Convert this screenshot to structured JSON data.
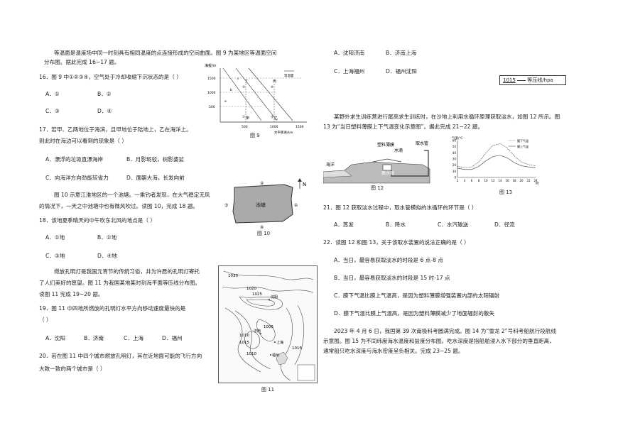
{
  "left": {
    "intro1": "等温面是温度场中同一时刻具有相同温度的点连接形成的空间曲面。图 9 为某地区等温面空间",
    "intro2": "分布图。据此完成 16~17 题。",
    "q16": "16．图 9 中①②③④，空气处于冷却收缩下沉状态的是（     ）",
    "q16_a": "A．①",
    "q16_b": "B．②",
    "q16_c": "C．③",
    "q16_d": "D．④",
    "q17_1": "17．若甲、乙两地位于海滨，且甲地位于陆地上，乙在海洋上。",
    "q17_2": "则此时在海边可以看到的现象是（     ）",
    "q17_a": "A．漂浮的垃圾直漂海岸",
    "q17_b": "B．月影斑驳，树影婆娑",
    "q17_c": "C．向海洋方向劲能较省力",
    "q17_d": "D．面朝大海，长发向前",
    "intro10_1": "图 10 示意江淮地区的一个池塘。一乘钓者发现，在大气稳定无风",
    "intro10_2": "的情况下，一天之中池塘中也有微风吹过。读图 10，完成 18 题。",
    "q18": "18．该地夏季晴天的中午吹东北风的地点是（     ）",
    "q18_a": "A．①地",
    "q18_b": "B．②地",
    "q18_c": "C．③地",
    "q18_d": "D．④地",
    "intro11_1": "燃放孔明灯是我国元宵节的传统习俗，井为许愿的孔明灯寄托",
    "intro11_2": "了人们美好的愿望。图 11 为我国某地某时刻海平面等压线分布图。",
    "intro11_3": "读图 11 完成 19~20 题。",
    "q19": "19．图 11 中四地所燃放的孔明灯水平方向移动速度最快的是",
    "q19_p": "（     ）",
    "q19_a": "A．沈阳",
    "q19_b": "B．济南",
    "q19_c": "C．上海",
    "q19_d": "D．福州",
    "q20_1": "20．若在图 11 中四个城市燃放孔明灯，其在近地面可能的飞行方向",
    "q20_2": "大致一致的两个城市是（     ）"
  },
  "right": {
    "q20_a": "A．沈阳济南",
    "q20_b": "B．济南上海",
    "q20_c": "C．上海福州",
    "q20_d": "D．福州沈阳",
    "legend_value": "1015",
    "legend_label": "等压线/hpa",
    "intro12_1": "某野外求生训练营进行尾高求生训练时，在沙地上利用水循环原理获取淡水，如图 12 所示。图",
    "intro12_2": "13 为“当日塑料薄膜上下气温变化示意图”。据此完成 21~22 题。",
    "q21": "21．图 12 获取淡水过程中，取水管模拟的水循环的环节是（     ）",
    "q21_a": "A．蒸发",
    "q21_b": "B．降水",
    "q21_c": "C．水汽输送",
    "q21_d": "D．径流",
    "q22": "22．读图 12 和图 13，关于该取水装置的说法正确的是（     ）",
    "q22_a": "A．当日，最容易获取淡水的时段是 6 点-8 点",
    "q22_b": "B．当日，最容易获取淡水的时段是 15 时-17 点",
    "q22_c": "C．膜下气温比膜上气温高，是因为塑料薄膜增强装置内部的太阳辐射",
    "q22_d": "D．膜下气温比膜上气温高，是因为塑料薄膜减少了地面辐射的散失",
    "intro14_1": "2023 年 4 月 6 日，我国第 39 次南极科考圆满完成。图 14 为“雪龙 2”号科考船航行段航线",
    "intro14_2": "示意图。图 15 为不同纬度海水温度和盐度分布图。吃水深度是指船舶浸入水下部分的垂直距离，",
    "intro14_3": "通常船只吃水深度与海水密度呈负相关。完成 23~25 题。"
  },
  "fig9": {
    "caption": "图 9",
    "y_title": "海拔/m",
    "y_ticks": [
      "1500",
      "1000",
      "500"
    ],
    "x_ticks": [
      "500",
      "1000",
      "1500"
    ],
    "x_title": "水平距离/km",
    "legend": "等温面",
    "places": [
      "甲",
      "乙",
      "丙",
      "丁"
    ],
    "isotherms": [
      "a",
      "b",
      "c"
    ],
    "points": [
      "①",
      "②",
      "③",
      "④"
    ]
  },
  "fig10": {
    "caption": "图 10",
    "pond": "池塘",
    "north": "N",
    "points": [
      "①",
      "②",
      "③",
      "④"
    ]
  },
  "fig11": {
    "caption": "图 11",
    "isobars": [
      "1030",
      "1020",
      "1025",
      "1005",
      "1010",
      "1015",
      "1010",
      "1015"
    ],
    "cities": [
      "沈阳",
      "济南",
      "上海",
      "福州"
    ]
  },
  "fig12": {
    "caption": "图 12",
    "labels": [
      "塑料薄膜",
      "水滴",
      "取水管",
      "海洋",
      "集水器"
    ]
  },
  "fig13": {
    "caption": "图 13",
    "y_title": "气温/℃",
    "y_ticks": [
      "60",
      "50",
      "40",
      "30",
      "20",
      "10",
      "0"
    ],
    "x_ticks": [
      "2",
      "4",
      "6",
      "8",
      "10",
      "12",
      "14",
      "16",
      "18",
      "20",
      "22",
      "24"
    ],
    "x_unit": "时",
    "legend_below": "膜下气温",
    "legend_above": "膜上气温"
  },
  "chart_data": {
    "type": "line",
    "x": [
      2,
      4,
      6,
      8,
      10,
      12,
      14,
      16,
      18,
      20,
      22,
      24
    ],
    "series": [
      {
        "name": "膜下气温",
        "values": [
          18,
          16,
          17,
          25,
          40,
          52,
          55,
          48,
          35,
          25,
          21,
          19
        ]
      },
      {
        "name": "膜上气温",
        "values": [
          15,
          13,
          13,
          18,
          27,
          34,
          36,
          32,
          24,
          19,
          17,
          16
        ]
      }
    ],
    "xlabel": "时",
    "ylabel": "气温/℃",
    "ylim": [
      0,
      60
    ]
  }
}
